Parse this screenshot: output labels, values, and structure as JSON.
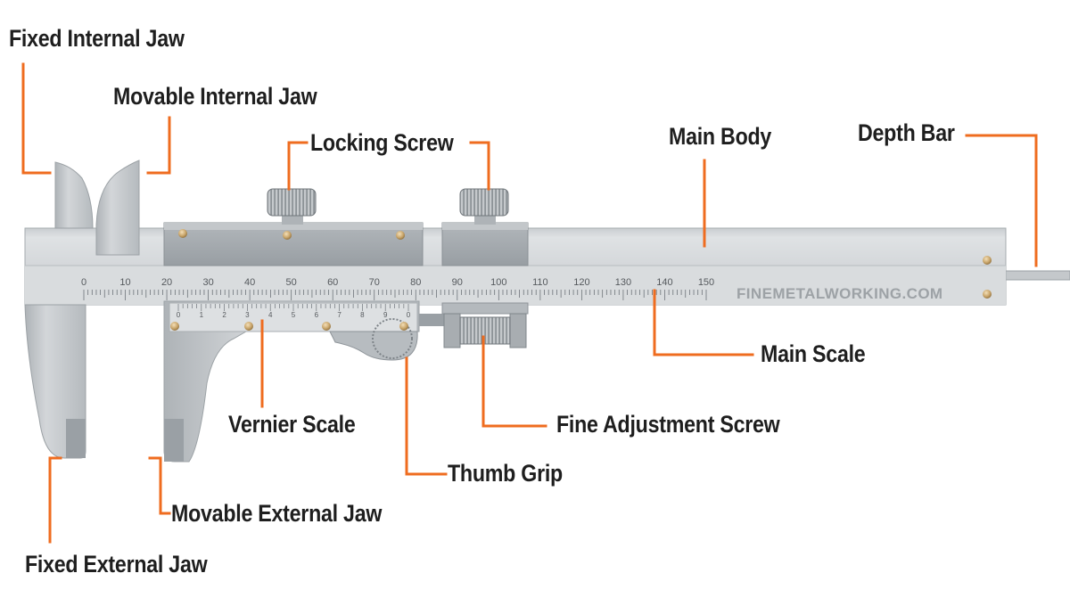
{
  "labels": {
    "fixed_internal_jaw": "Fixed Internal Jaw",
    "movable_internal_jaw": "Movable Internal Jaw",
    "locking_screw": "Locking Screw",
    "main_body": "Main Body",
    "depth_bar": "Depth Bar",
    "main_scale": "Main Scale",
    "vernier_scale": "Vernier Scale",
    "fine_adjustment_screw": "Fine Adjustment Screw",
    "thumb_grip": "Thumb Grip",
    "movable_external_jaw": "Movable External Jaw",
    "fixed_external_jaw": "Fixed External Jaw"
  },
  "watermark": "FINEMETALWORKING.COM",
  "main_scale_numbers": [
    "0",
    "10",
    "20",
    "30",
    "40",
    "50",
    "60",
    "70",
    "80",
    "90",
    "100",
    "110",
    "120",
    "130",
    "140",
    "150"
  ],
  "vernier_scale_numbers": [
    "0",
    "1",
    "2",
    "3",
    "4",
    "5",
    "6",
    "7",
    "8",
    "9",
    "0"
  ],
  "colors": {
    "leader_line": "#ef6c1f",
    "steel_light": "#d4d8db",
    "steel_mid": "#bcc1c5",
    "steel_dark": "#8e9499",
    "text": "#1e1e1e",
    "screw_brass": "#c9a56a"
  }
}
